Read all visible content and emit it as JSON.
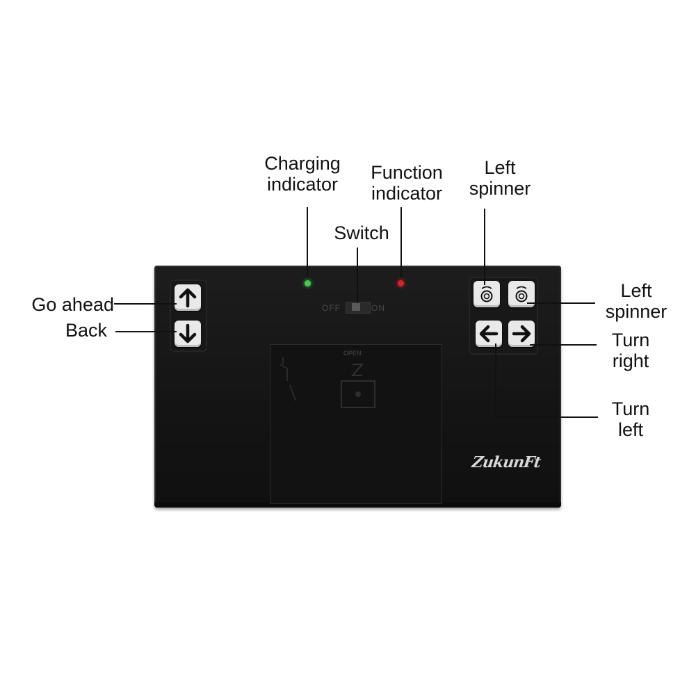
{
  "labels": {
    "charging_line1": "Charging",
    "charging_line2": "indicator",
    "function_line1": "Function",
    "function_line2": "indicator",
    "left_spinner_top_line1": "Left",
    "left_spinner_top_line2": "spinner",
    "switch": "Switch",
    "go_ahead": "Go ahead",
    "back": "Back",
    "left_spinner_right_line1": "Left",
    "left_spinner_right_line2": "spinner",
    "turn_right_line1": "Turn",
    "turn_right_line2": "right",
    "turn_left_line1": "Turn",
    "turn_left_line2": "left"
  },
  "device": {
    "switch_off": "OFF",
    "switch_on": "ON",
    "battery_cover_text": "OPEN",
    "brand": "ZukunFt"
  },
  "icons": {
    "up": "arrow-up-icon",
    "down": "arrow-down-icon",
    "left": "arrow-left-icon",
    "right": "arrow-right-icon",
    "spinner": "spinner-icon"
  },
  "colors": {
    "remote_body": "#161616",
    "button_face": "#e9e9e9",
    "charging_led": "#3fcf4a",
    "function_led": "#e02020"
  }
}
